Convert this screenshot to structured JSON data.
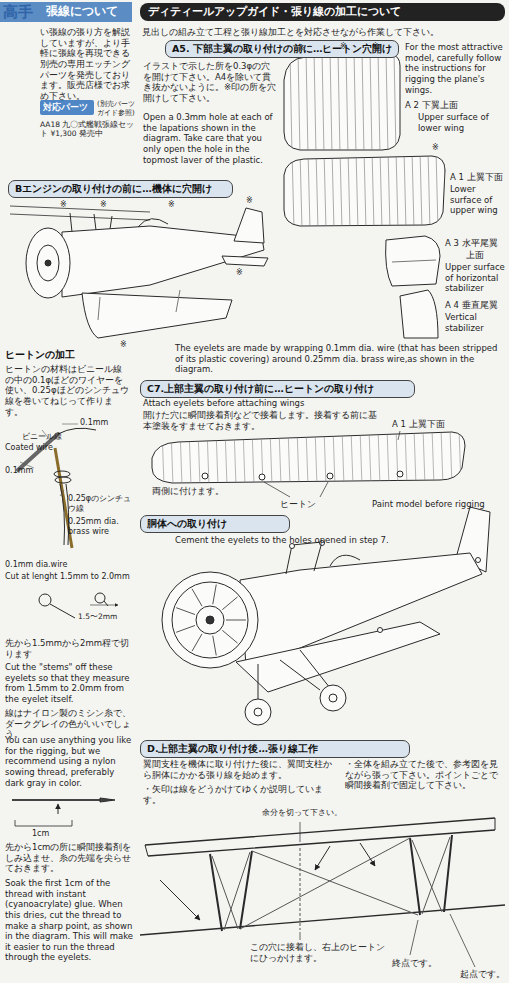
{
  "diagram": {
    "nodes": [
      {
        "text": [
          "張線について"
        ]
      },
      {
        "text": [
          "対応パーツ"
        ]
      },
      {
        "text": [
          "ディティールアップガイド・張り線の加工について"
        ]
      },
      {
        "text": [
          "A5. 下部主翼の取り付けの前に…ヒートン穴開け"
        ]
      },
      {
        "text": [
          "Bエンジンの取り付けの前に…機体に穴開け"
        ]
      },
      {
        "text": [
          "C7.上部主翼の取り付け前に…ヒートンの取り付け"
        ]
      },
      {
        "text": [
          "胴体への取り付け"
        ]
      },
      {
        "text": [
          "D.上部主翼の取り付け後…張り線工作"
        ]
      }
    ],
    "labels": [
      "高手",
      "い張線の張り方を解説していますが、より手軽に張線を再現できる別売の専用エッチングパーツを発売しております。販売店様でお求め下さい。",
      "(別売パーツガイド参照)",
      "AA18 九〇式艦戦張線セット ¥1,300 発売中",
      "見出しの組み立て工程と張り線加工とを対応させながら作業して下さい。",
      "イラストで示した所を0.3φの穴を開けて下さい。A4を除いて貫き抜かないように。※印の所を穴開けして下さい。",
      "Open a 0.3mm hole at each of the lapations shown in the diagram. Take care that you only open the hole in the topmost laver of the plastic.",
      "For the most attractive model, carefully follow the instructions for rigging the plane's wings.",
      "A 2 下翼上面",
      "Upper surface of lower wing",
      "A 1 上翼下面",
      "Lower surface of upper wing",
      "A 3 水平尾翼",
      "上面",
      "Upper surface of horizontal stabilizer",
      "A 4 垂直尾翼",
      "Vertical stabilizer",
      "The eyelets are made by wrapping 0.1mm dia. wire (that has been stripped of its plastic covering) around 0.25mm dia. brass wire,as shown in the diagram.",
      "ヒートンの加工",
      "ヒートンの材料はビニール線の中の0.1φほどのワイヤーを使い、0.25φほどのシンチュウ線を巻いてねじって作ります。",
      "0.1mm",
      "ビニール線",
      "Coated wire",
      "0.1mm",
      "0.25φのシンチュウ線",
      "0.25mm dia. brass wire",
      "0.1mm dia.wire",
      "Cut at lenght 1.5mm to 2.0mm",
      "1.5〜2mm",
      "先から1.5mmから2mm程で切ります",
      "Cut the \"stems\" off these eyelets so that they measure from 1.5mm to 2.0mm from the eyelet itself.",
      "線はナイロン製のミシン糸で、ダークグレイの色がいいでしょう。",
      "You can use anything you like for the rigging, but we recommend using a nylon sowing thread, preferably dark gray in color.",
      "1cm",
      "先から1cmの所に瞬間接着剤をしみ込ませ、糸の先端を尖らせておきます。",
      "Soak the first 1cm of the thread with instant (cyanoacrylate) glue. When this dries, cut the thread to make a sharp point, as shown in the diagram. This will make it easier to run the thread through the eyelets.",
      "Attach eyelets before attaching wings",
      "開けた穴に瞬間接着剤などで接着します。接着する前に基本塗装をすませておきます。",
      "A 1 上翼下面",
      "両側に付けます。",
      "ヒートン",
      "Paint model before rigging",
      "Cement the eyelets to the holes opened in step 7.",
      "翼間支柱を機体に取り付けた後に、翼間支柱から胴体にかかる張り線を始めます。",
      "・矢印は線をどうかけてゆくか説明しています。",
      "・全体を組み立てた後で、参考図を見ながら張って下さい。ポイントごとで瞬間接着剤で固定して下さい。",
      "余分を切って下さい。",
      "この穴に接着し、右上のヒートンにひっかけます。",
      "終点です。",
      "起点です。",
      "※",
      "※",
      "※",
      "※",
      "※",
      "※",
      "※",
      "※",
      "※",
      "※"
    ]
  }
}
